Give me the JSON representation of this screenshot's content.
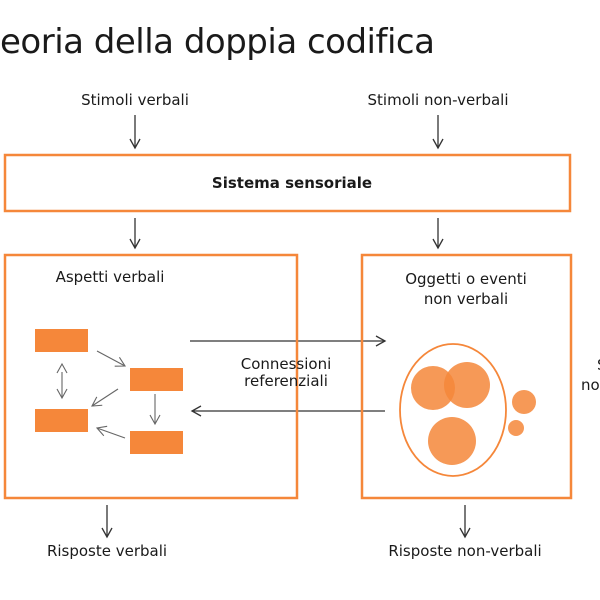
{
  "title": "eoria della doppia codifica",
  "inputs": {
    "verbal": "Stimoli verbali",
    "nonverbal": "Stimoli non-verbali"
  },
  "sensory": "Sistema sensoriale",
  "left_box": {
    "title": "Aspetti verbali"
  },
  "right_box": {
    "title_line1": "Oggetti o eventi",
    "title_line2": "non verbali"
  },
  "connections": {
    "line1": "Connessioni",
    "line2": "referenziali"
  },
  "outputs": {
    "verbal": "Risposte verbali",
    "nonverbal": "Risposte non-verbali"
  },
  "cut_text": {
    "line1": "S",
    "line2": "no"
  },
  "colors": {
    "accent": "#f5873a"
  }
}
